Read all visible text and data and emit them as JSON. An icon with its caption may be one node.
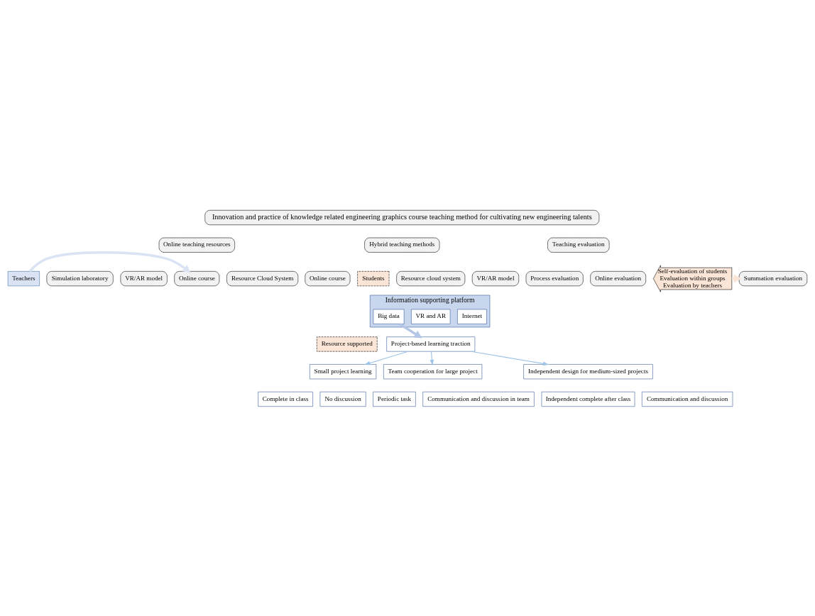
{
  "diagram": {
    "nodes": [
      {
        "text": [
          "Innovation and practice of knowledge related engineering graphics course teaching method for cultivating new engineering talents"
        ]
      },
      {
        "text": [
          "Online teaching resources"
        ]
      },
      {
        "text": [
          "Online course"
        ]
      },
      {
        "text": [
          "VR/AR model"
        ]
      },
      {
        "text": [
          "Resource Cloud System"
        ]
      },
      {
        "text": [
          "Simulation laboratory"
        ]
      },
      {
        "text": [
          "Hybrid teaching methods"
        ]
      },
      {
        "text": [
          "Online course"
        ]
      },
      {
        "text": [
          "VR/AR model"
        ]
      },
      {
        "text": [
          "Resource cloud system"
        ]
      },
      {
        "text": [
          "Students"
        ]
      },
      {
        "text": [
          "Teaching evaluation"
        ]
      },
      {
        "text": [
          "Online evaluation"
        ]
      },
      {
        "text": [
          "Process evaluation"
        ]
      },
      {
        "text": [
          "Summation evaluation"
        ]
      },
      {
        "text": [
          "Self-evaluation of students",
          "Evaluation within groups",
          "Evaluation by teachers"
        ]
      },
      {
        "text": [
          "Teachers"
        ]
      },
      {
        "text": [
          "Information supporting platform"
        ]
      },
      {
        "text": [
          "Big data"
        ],
        "in": 17
      },
      {
        "text": [
          "Internet"
        ],
        "in": 17
      },
      {
        "text": [
          "VR and AR"
        ],
        "in": 17
      },
      {
        "text": [
          "Resource supported"
        ]
      },
      {
        "text": [
          "Project-based learning traction"
        ]
      },
      {
        "text": [
          "Small project learning"
        ]
      },
      {
        "text": [
          "Complete in class"
        ]
      },
      {
        "text": [
          "No discussion"
        ]
      },
      {
        "text": [
          "Independent design for medium-sized projects"
        ]
      },
      {
        "text": [
          "Independent complete after class"
        ]
      },
      {
        "text": [
          "Communication and discussion"
        ]
      },
      {
        "text": [
          "Team cooperation for large project"
        ]
      },
      {
        "text": [
          "Periodic task"
        ]
      },
      {
        "text": [
          "Communication and discussion in team"
        ]
      }
    ],
    "edges": [
      {
        "from": 16,
        "to": 2,
        "arrow": "to",
        "style": "thick",
        "color": "#dae3f3"
      },
      {
        "from": 15,
        "to": 14,
        "arrow": "to",
        "style": "thick",
        "color": "#fbe5d6"
      },
      {
        "from": 18,
        "to": 22,
        "arrow": "to",
        "style": "thick",
        "color": "#b4c7e7"
      },
      {
        "from": 22,
        "to": 23,
        "arrow": "to"
      },
      {
        "from": 22,
        "to": 26,
        "arrow": "to"
      },
      {
        "from": 22,
        "to": 29,
        "arrow": "to"
      }
    ]
  }
}
